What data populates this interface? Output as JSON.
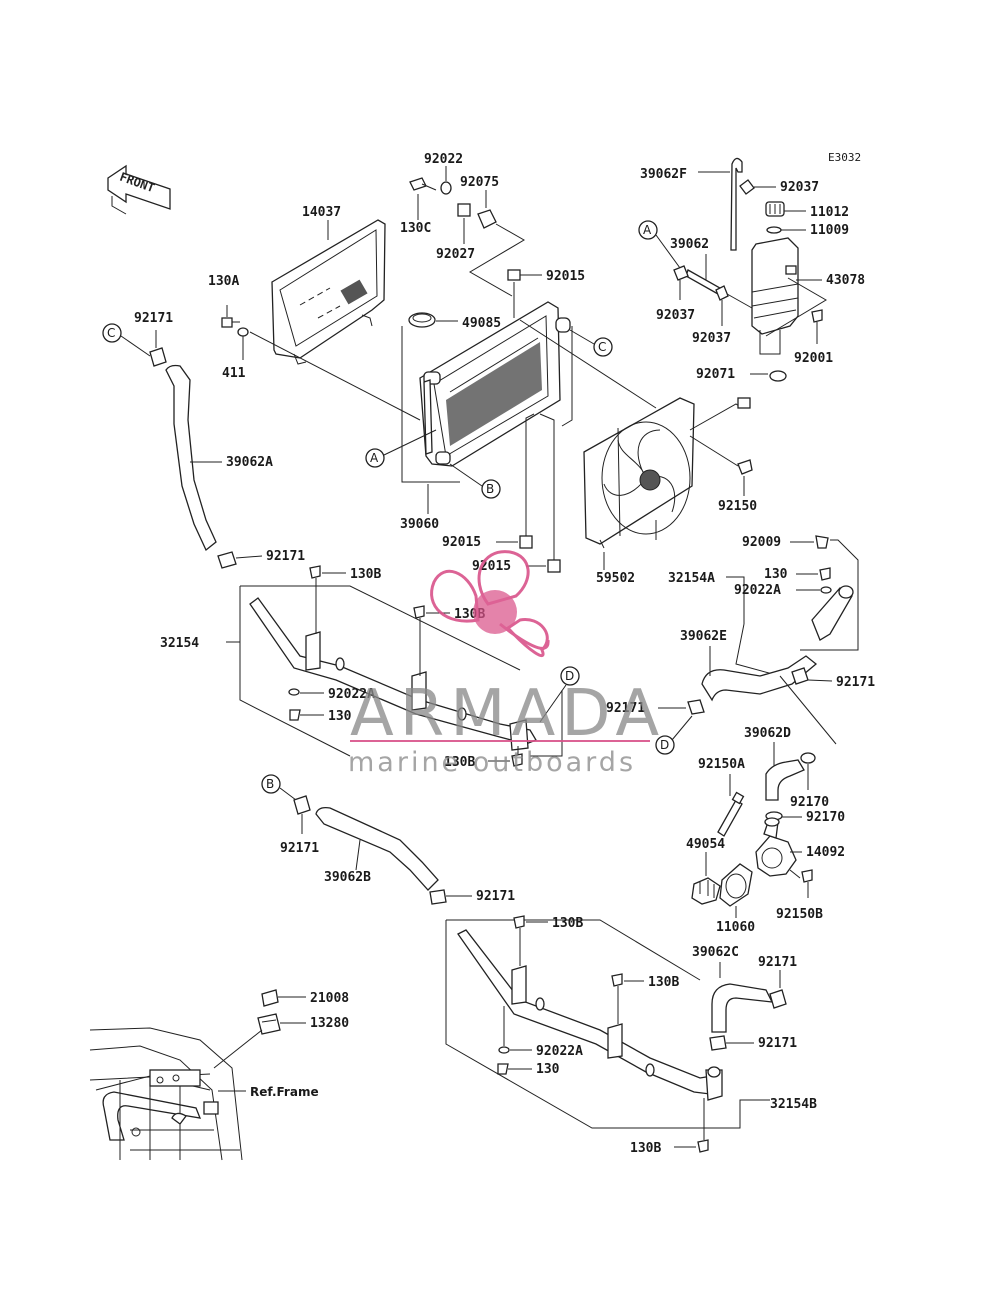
{
  "diagram_code": "E3032",
  "direction_label": "FRONT",
  "reference_label": "Ref.Frame",
  "watermark": {
    "brand": "ARMADA",
    "tagline": "marine outboards",
    "accent_color": "#d9538a"
  },
  "callouts": {
    "a": "A",
    "b": "B",
    "c": "C",
    "d": "D"
  },
  "parts": {
    "p92022": "92022",
    "p92075": "92075",
    "p130C": "130C",
    "p92027": "92027",
    "p14037": "14037",
    "p130A": "130A",
    "p411": "411",
    "p92171_c": "92171",
    "p92015_top": "92015",
    "p49085": "49085",
    "p39062A": "39062A",
    "p39060": "39060",
    "p92015_mid": "92015",
    "p92015_low": "92015",
    "p59502": "59502",
    "p92150": "92150",
    "p39062F": "39062F",
    "p92037_top": "92037",
    "p11012": "11012",
    "p11009": "11009",
    "p39062": "39062",
    "p43078": "43078",
    "p92037_a": "92037",
    "p92037_b": "92037",
    "p92001": "92001",
    "p92071": "92071",
    "p92009": "92009",
    "p32154A": "32154A",
    "p130_a": "130",
    "p92022A_a": "92022A",
    "p92171_mid": "92171",
    "p130B_a": "130B",
    "p130B_b": "130B",
    "p32154": "32154",
    "p39062E": "39062E",
    "p92171_e": "92171",
    "p92022A_b": "92022A",
    "p130_b": "130",
    "p92171_d": "92171",
    "p39062D": "39062D",
    "p130B_c": "130B",
    "p92150A": "92150A",
    "p92170_a": "92170",
    "p92170_b": "92170",
    "p92171_b": "92171",
    "p39062B": "39062B",
    "p49054": "49054",
    "p14092": "14092",
    "p92171_bl": "92171",
    "p11060": "11060",
    "p92150B": "92150B",
    "p130B_d": "130B",
    "p39062C": "39062C",
    "p92171_c2": "92171",
    "p130B_e": "130B",
    "p21008": "21008",
    "p13280": "13280",
    "p92171_c3": "92171",
    "p92022A_c": "92022A",
    "p130_c": "130",
    "p32154B": "32154B",
    "p130B_f": "130B"
  }
}
